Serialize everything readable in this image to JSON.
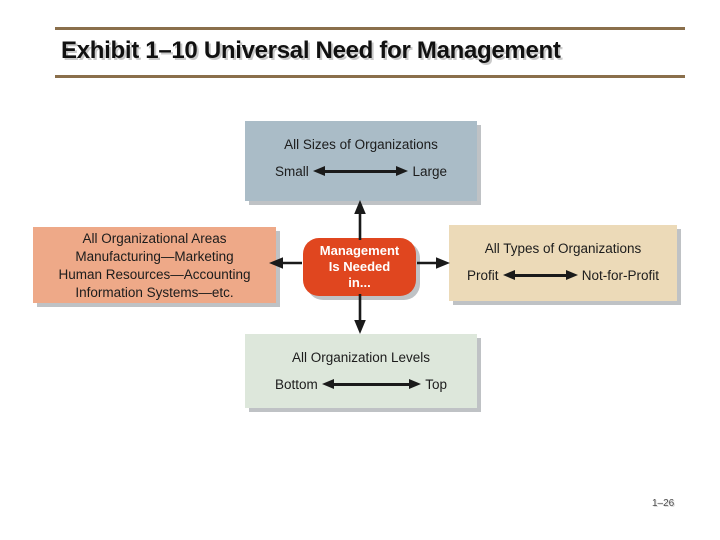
{
  "slide": {
    "title": "Exhibit 1–10 Universal Need for Management",
    "page_number": "1–26"
  },
  "colors": {
    "title_rule": "#8a6f4b",
    "top_box_fill": "#aabcc7",
    "left_box_fill": "#eea988",
    "right_box_fill": "#ecdab8",
    "bottom_box_fill": "#dde7db",
    "center_box_fill": "#e0461f",
    "arrow": "#1a1a1a"
  },
  "diagram": {
    "center_box": {
      "lines": [
        "Management",
        "Is Needed",
        "in..."
      ]
    },
    "top_box": {
      "title": "All Sizes of Organizations",
      "left_label": "Small",
      "right_label": "Large"
    },
    "left_box": {
      "lines": [
        "All Organizational Areas",
        "Manufacturing—Marketing",
        "Human Resources—Accounting",
        "Information Systems—etc."
      ]
    },
    "right_box": {
      "title": "All Types of Organizations",
      "left_label": "Profit",
      "right_label": "Not-for-Profit"
    },
    "bottom_box": {
      "title": "All Organization Levels",
      "left_label": "Bottom",
      "right_label": "Top"
    }
  }
}
